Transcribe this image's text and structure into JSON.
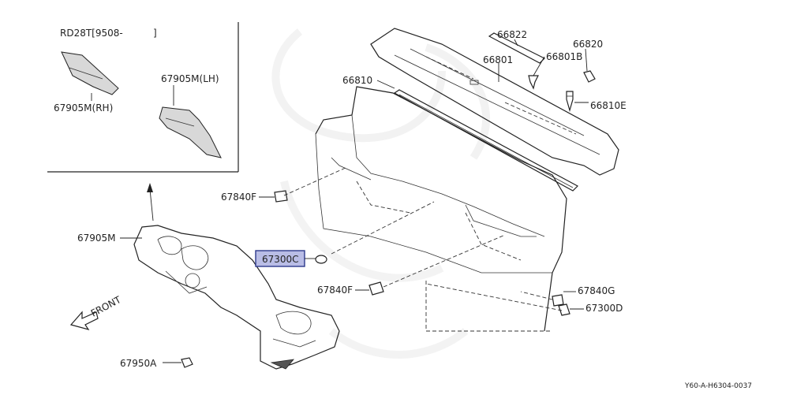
{
  "inset": {
    "model_code": "RD28T[9508-",
    "bracket_close": "]",
    "part_rh": "67905M(RH)",
    "part_lh": "67905M(LH)"
  },
  "callouts": {
    "cowl_top_extension": "66822",
    "cowl_top_seal": "66820",
    "cowl_top_clip": "66801B",
    "cowl_top": "66801",
    "cowl_top_seal_lower": "66810",
    "clip_e": "66810E",
    "grommet_f_upper": "67840F",
    "insulator": "67905M",
    "grommet_highlighted": "67300C",
    "grommet_f_lower": "67840F",
    "grommet_g": "67840G",
    "grommet_d": "67300D",
    "clip_a": "67950A"
  },
  "front_indicator": "FRONT",
  "reference_code": "Y60-A-H6304-0037",
  "colors": {
    "highlight_fill": "#b9bde6",
    "highlight_border": "#2d3a8c"
  }
}
